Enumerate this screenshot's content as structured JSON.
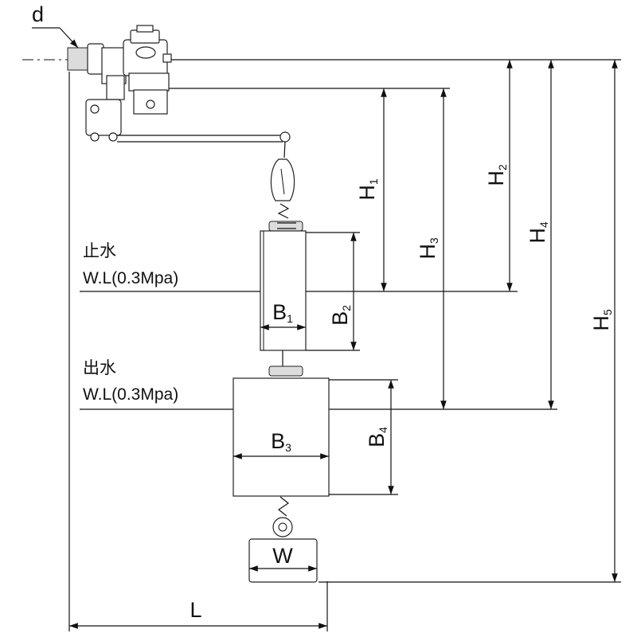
{
  "labels": {
    "d": "d",
    "h1": "H",
    "h1_sub": "1",
    "h2": "H",
    "h2_sub": "2",
    "h3": "H",
    "h3_sub": "3",
    "h4": "H",
    "h4_sub": "4",
    "h5": "H",
    "h5_sub": "5",
    "b1": "B",
    "b1_sub": "1",
    "b2": "B",
    "b2_sub": "2",
    "b3": "B",
    "b3_sub": "3",
    "b4": "B",
    "b4_sub": "4",
    "w": "W",
    "l": "L"
  },
  "water_levels": {
    "stop_title": "止水",
    "stop_line": "W.L(0.3Mpa)",
    "out_title": "出水",
    "out_line": "W.L(0.3Mpa)"
  }
}
